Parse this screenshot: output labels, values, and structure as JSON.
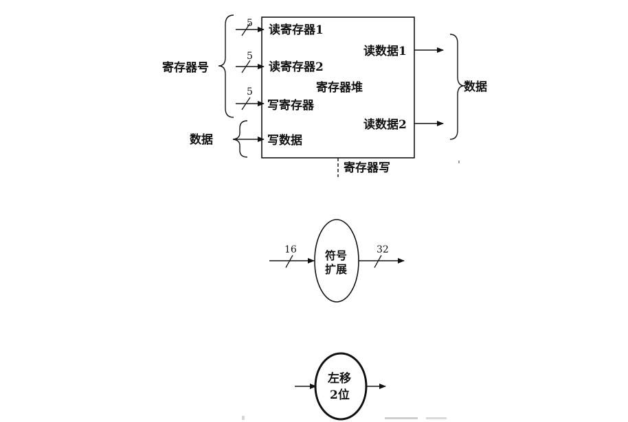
{
  "register_file": {
    "title": "寄存器堆",
    "group_left": "寄存器号",
    "group_left_data": "数据",
    "group_right": "数据",
    "inputs": [
      {
        "label": "读寄存器1",
        "width": "5"
      },
      {
        "label": "读寄存器2",
        "width": "5"
      },
      {
        "label": "写寄存器",
        "width": "5"
      },
      {
        "label": "写数据",
        "width": ""
      }
    ],
    "outputs": [
      {
        "label": "读数据1"
      },
      {
        "label": "读数据2"
      }
    ],
    "control": "寄存器写"
  },
  "sign_extend": {
    "line1": "符号",
    "line2": "扩展",
    "in_width": "16",
    "out_width": "32"
  },
  "shift_left": {
    "line1": "左移",
    "line2": "2位"
  }
}
